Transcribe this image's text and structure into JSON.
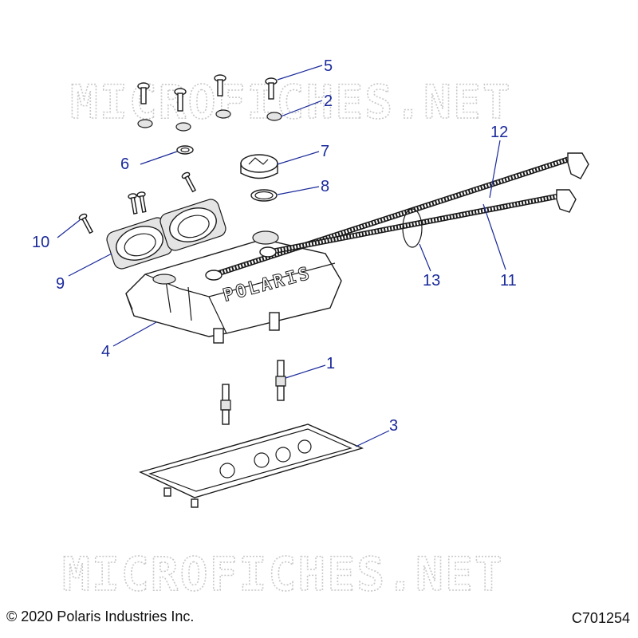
{
  "watermark": "MICROFICHES.NET",
  "copyright": "© 2020 Polaris Industries Inc.",
  "figure_code": "C701254",
  "valve_cover_logo": "POLARIS",
  "callouts": [
    "1",
    "2",
    "3",
    "4",
    "5",
    "6",
    "7",
    "8",
    "9",
    "10",
    "11",
    "12",
    "13"
  ],
  "colors": {
    "callout": "#1a2a9a",
    "line_art": "#1a1a1a",
    "watermark": "#c8c8c8"
  }
}
